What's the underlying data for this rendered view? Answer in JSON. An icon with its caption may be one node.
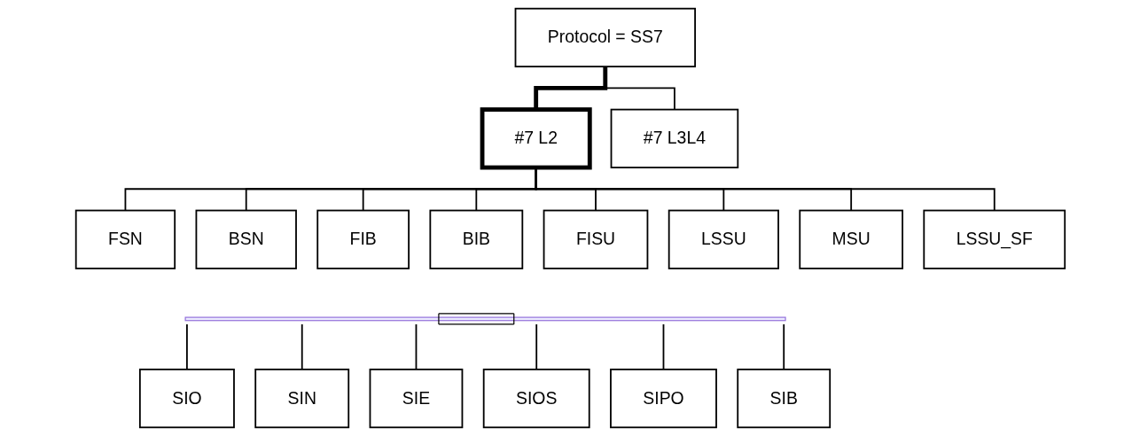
{
  "diagram": {
    "nodes": [
      {
        "text": [
          "Protocol = SS7"
        ]
      },
      {
        "text": [
          "#7 L2"
        ]
      },
      {
        "text": [
          "#7 L3L4"
        ]
      },
      {
        "text": [
          "FSN"
        ]
      },
      {
        "text": [
          "BSN"
        ]
      },
      {
        "text": [
          "FIB"
        ]
      },
      {
        "text": [
          "BIB"
        ]
      },
      {
        "text": [
          "FISU"
        ]
      },
      {
        "text": [
          "LSSU"
        ]
      },
      {
        "text": [
          "MSU"
        ]
      },
      {
        "text": [
          "LSSU_SF"
        ]
      },
      {
        "text": [],
        "shape": "bar"
      },
      {
        "text": [
          "SIO"
        ]
      },
      {
        "text": [
          "SIN"
        ]
      },
      {
        "text": [
          "SIE"
        ]
      },
      {
        "text": [
          "SIOS"
        ]
      },
      {
        "text": [
          "SIPO"
        ]
      },
      {
        "text": [
          "SIB"
        ]
      }
    ],
    "edges": [
      {
        "from": 0,
        "to": 1,
        "arrow": "none",
        "style": "thick"
      },
      {
        "from": 0,
        "to": 2,
        "arrow": "none"
      },
      {
        "from": 1,
        "to": 3,
        "arrow": "none"
      },
      {
        "from": 1,
        "to": 4,
        "arrow": "none"
      },
      {
        "from": 1,
        "to": 5,
        "arrow": "none"
      },
      {
        "from": 1,
        "to": 6,
        "arrow": "none"
      },
      {
        "from": 1,
        "to": 7,
        "arrow": "none"
      },
      {
        "from": 1,
        "to": 8,
        "arrow": "none"
      },
      {
        "from": 1,
        "to": 9,
        "arrow": "none"
      },
      {
        "from": 1,
        "to": 10,
        "arrow": "none"
      },
      {
        "from": 11,
        "to": 12,
        "arrow": "none"
      },
      {
        "from": 11,
        "to": 13,
        "arrow": "none"
      },
      {
        "from": 11,
        "to": 14,
        "arrow": "none"
      },
      {
        "from": 11,
        "to": 15,
        "arrow": "none"
      },
      {
        "from": 11,
        "to": 16,
        "arrow": "none"
      },
      {
        "from": 11,
        "to": 17,
        "arrow": "none"
      }
    ]
  }
}
